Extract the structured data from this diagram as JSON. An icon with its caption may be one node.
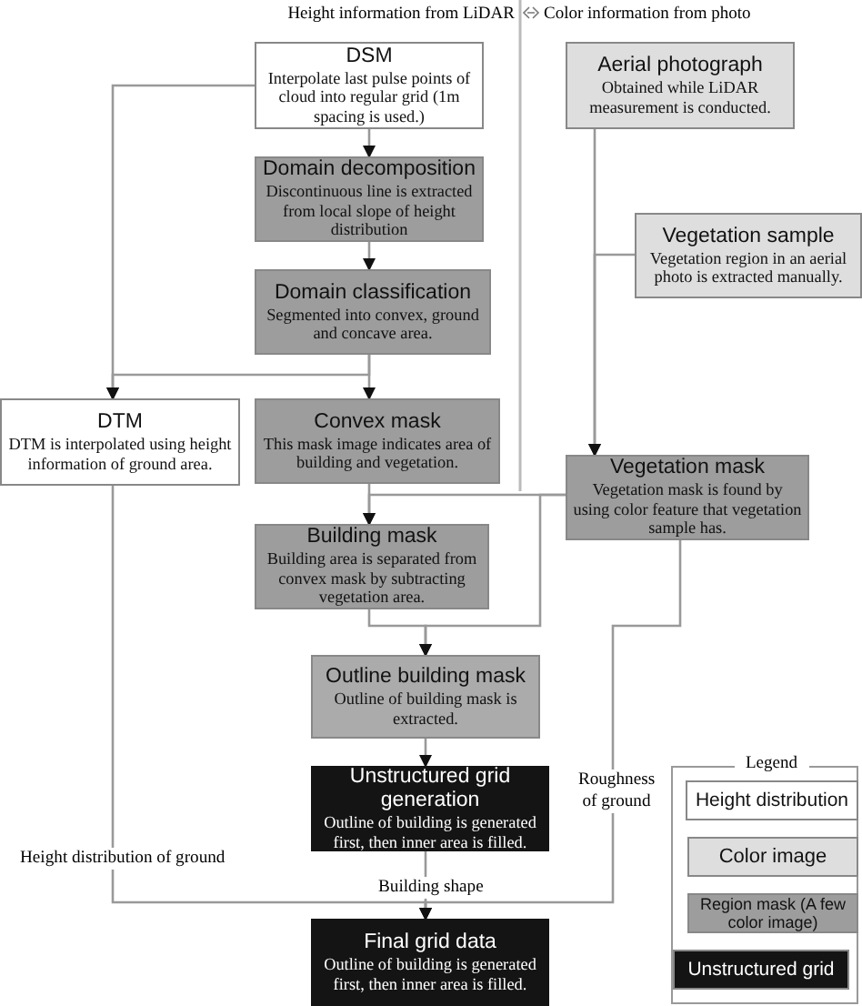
{
  "diagram": {
    "nodes": [
      {
        "text": [
          "DSM",
          "Interpolate last pulse points of cloud into regular grid (1m spacing is used.)"
        ]
      },
      {
        "text": [
          "Aerial photograph",
          "Obtained while LiDAR measurement is conducted."
        ]
      },
      {
        "text": [
          "Domain decomposition",
          "Discontinuous line is extracted from local slope of height distribution"
        ]
      },
      {
        "text": [
          "Vegetation sample",
          "Vegetation region in an aerial photo is extracted manually."
        ]
      },
      {
        "text": [
          "Domain classification",
          "Segmented into convex, ground and concave area."
        ]
      },
      {
        "text": [
          "DTM",
          "DTM is interpolated using height information of ground area."
        ]
      },
      {
        "text": [
          "Convex mask",
          "This mask image indicates area of building and vegetation."
        ]
      },
      {
        "text": [
          "Vegetation mask",
          "Vegetation mask is found by using color feature that vegetation sample has."
        ]
      },
      {
        "text": [
          "Building mask",
          "Building area is separated from convex mask by subtracting vegetation area."
        ]
      },
      {
        "text": [
          "Outline building mask",
          "Outline of building mask is extracted."
        ]
      },
      {
        "text": [
          "Unstructured grid generation",
          "Outline of building is generated first, then inner area is filled."
        ]
      },
      {
        "text": [
          "Final grid data",
          "Outline of building is generated first, then inner area is filled."
        ]
      }
    ],
    "edges": [
      {
        "from": 0,
        "to": 2,
        "arrow": "to"
      },
      {
        "from": 2,
        "to": 4,
        "arrow": "to"
      },
      {
        "from": 0,
        "to": 5,
        "arrow": "to"
      },
      {
        "from": 4,
        "to": 5,
        "arrow": "to"
      },
      {
        "from": 4,
        "to": 6,
        "arrow": "to"
      },
      {
        "from": 1,
        "to": 7,
        "arrow": "to"
      },
      {
        "from": 3,
        "to": 7,
        "arrow": "to"
      },
      {
        "from": 6,
        "to": 8,
        "arrow": "to"
      },
      {
        "from": 7,
        "to": 8,
        "arrow": "to"
      },
      {
        "from": 8,
        "to": 9,
        "arrow": "to"
      },
      {
        "from": 7,
        "to": 9,
        "arrow": "to"
      },
      {
        "from": 9,
        "to": 10,
        "arrow": "to"
      },
      {
        "from": 10,
        "to": 11,
        "arrow": "to",
        "label": "Building shape"
      },
      {
        "from": 5,
        "to": 11,
        "arrow": "to",
        "label": "Height distribution of ground"
      },
      {
        "from": 7,
        "to": 11,
        "arrow": "to",
        "label": "Roughness of ground"
      }
    ],
    "labels": [
      "Height information from LiDAR",
      "Color information from photo",
      "Legend"
    ],
    "legend": [
      {
        "text": "Height distribution",
        "color": "#ffffff"
      },
      {
        "text": "Color image",
        "color": "#dedede"
      },
      {
        "text": "Region mask (A few color image)",
        "color": "#9d9d9d"
      },
      {
        "text": "Unstructured grid",
        "color": "#141414"
      }
    ]
  }
}
